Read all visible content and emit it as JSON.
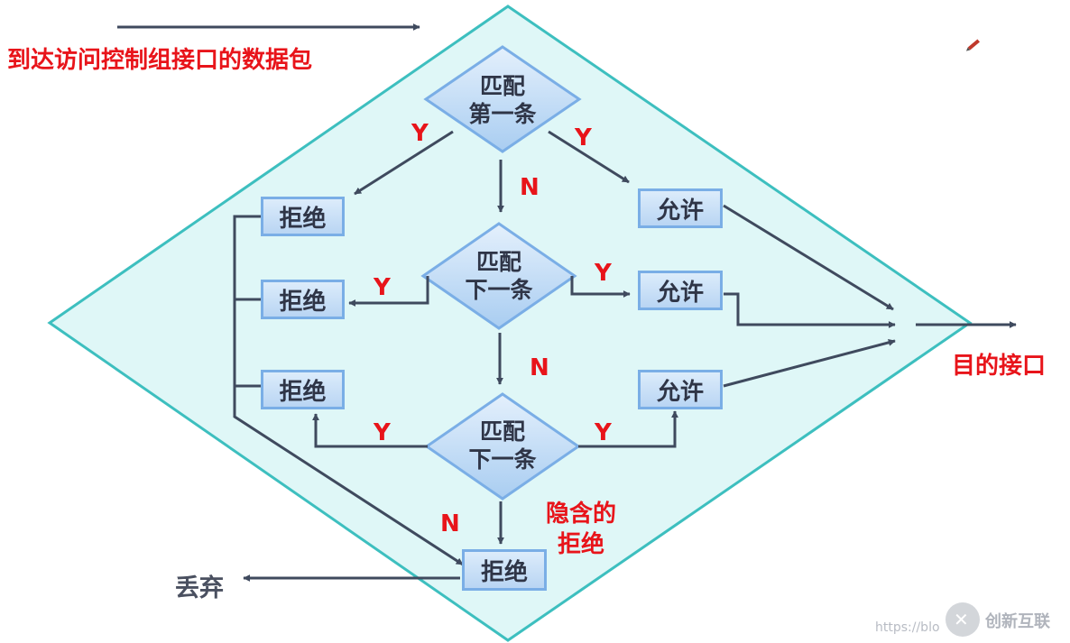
{
  "title": "到达访问控制组接口的数据包",
  "destination_label": "目的接口",
  "discard_label": "丢弃",
  "implicit_deny_label_1": "隐含的",
  "implicit_deny_label_2": "拒绝",
  "decision_1": {
    "line1": "匹配",
    "line2": "第一条"
  },
  "decision_2": {
    "line1": "匹配",
    "line2": "下一条"
  },
  "decision_3": {
    "line1": "匹配",
    "line2": "下一条"
  },
  "deny_label": "拒绝",
  "permit_label": "允许",
  "yes_label": "Y",
  "no_label": "N",
  "watermark_url": "https://blo",
  "watermark_brand": "创新互联",
  "colors": {
    "outer_fill": "#dff7f7",
    "outer_stroke": "#3dbfbf",
    "arrow": "#3f4a5e",
    "label_red": "#e8141a",
    "box_border": "#7aaee6"
  }
}
